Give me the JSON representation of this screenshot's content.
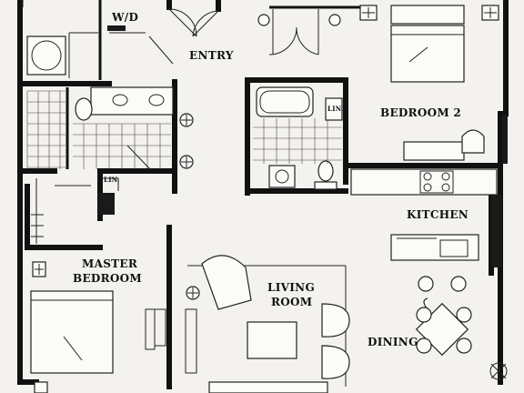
{
  "rooms": {
    "wd": "W/D",
    "entry": "ENTRY",
    "bedroom2": "BEDROOM 2",
    "kitchen": "KITCHEN",
    "master_line1": "MASTER",
    "master_line2": "BEDROOM",
    "living_line1": "LIVING",
    "living_line2": "ROOM",
    "dining": "DINING"
  },
  "fixture_labels": {
    "linen_bath2": "LIN.",
    "linen_master": "LIN."
  }
}
